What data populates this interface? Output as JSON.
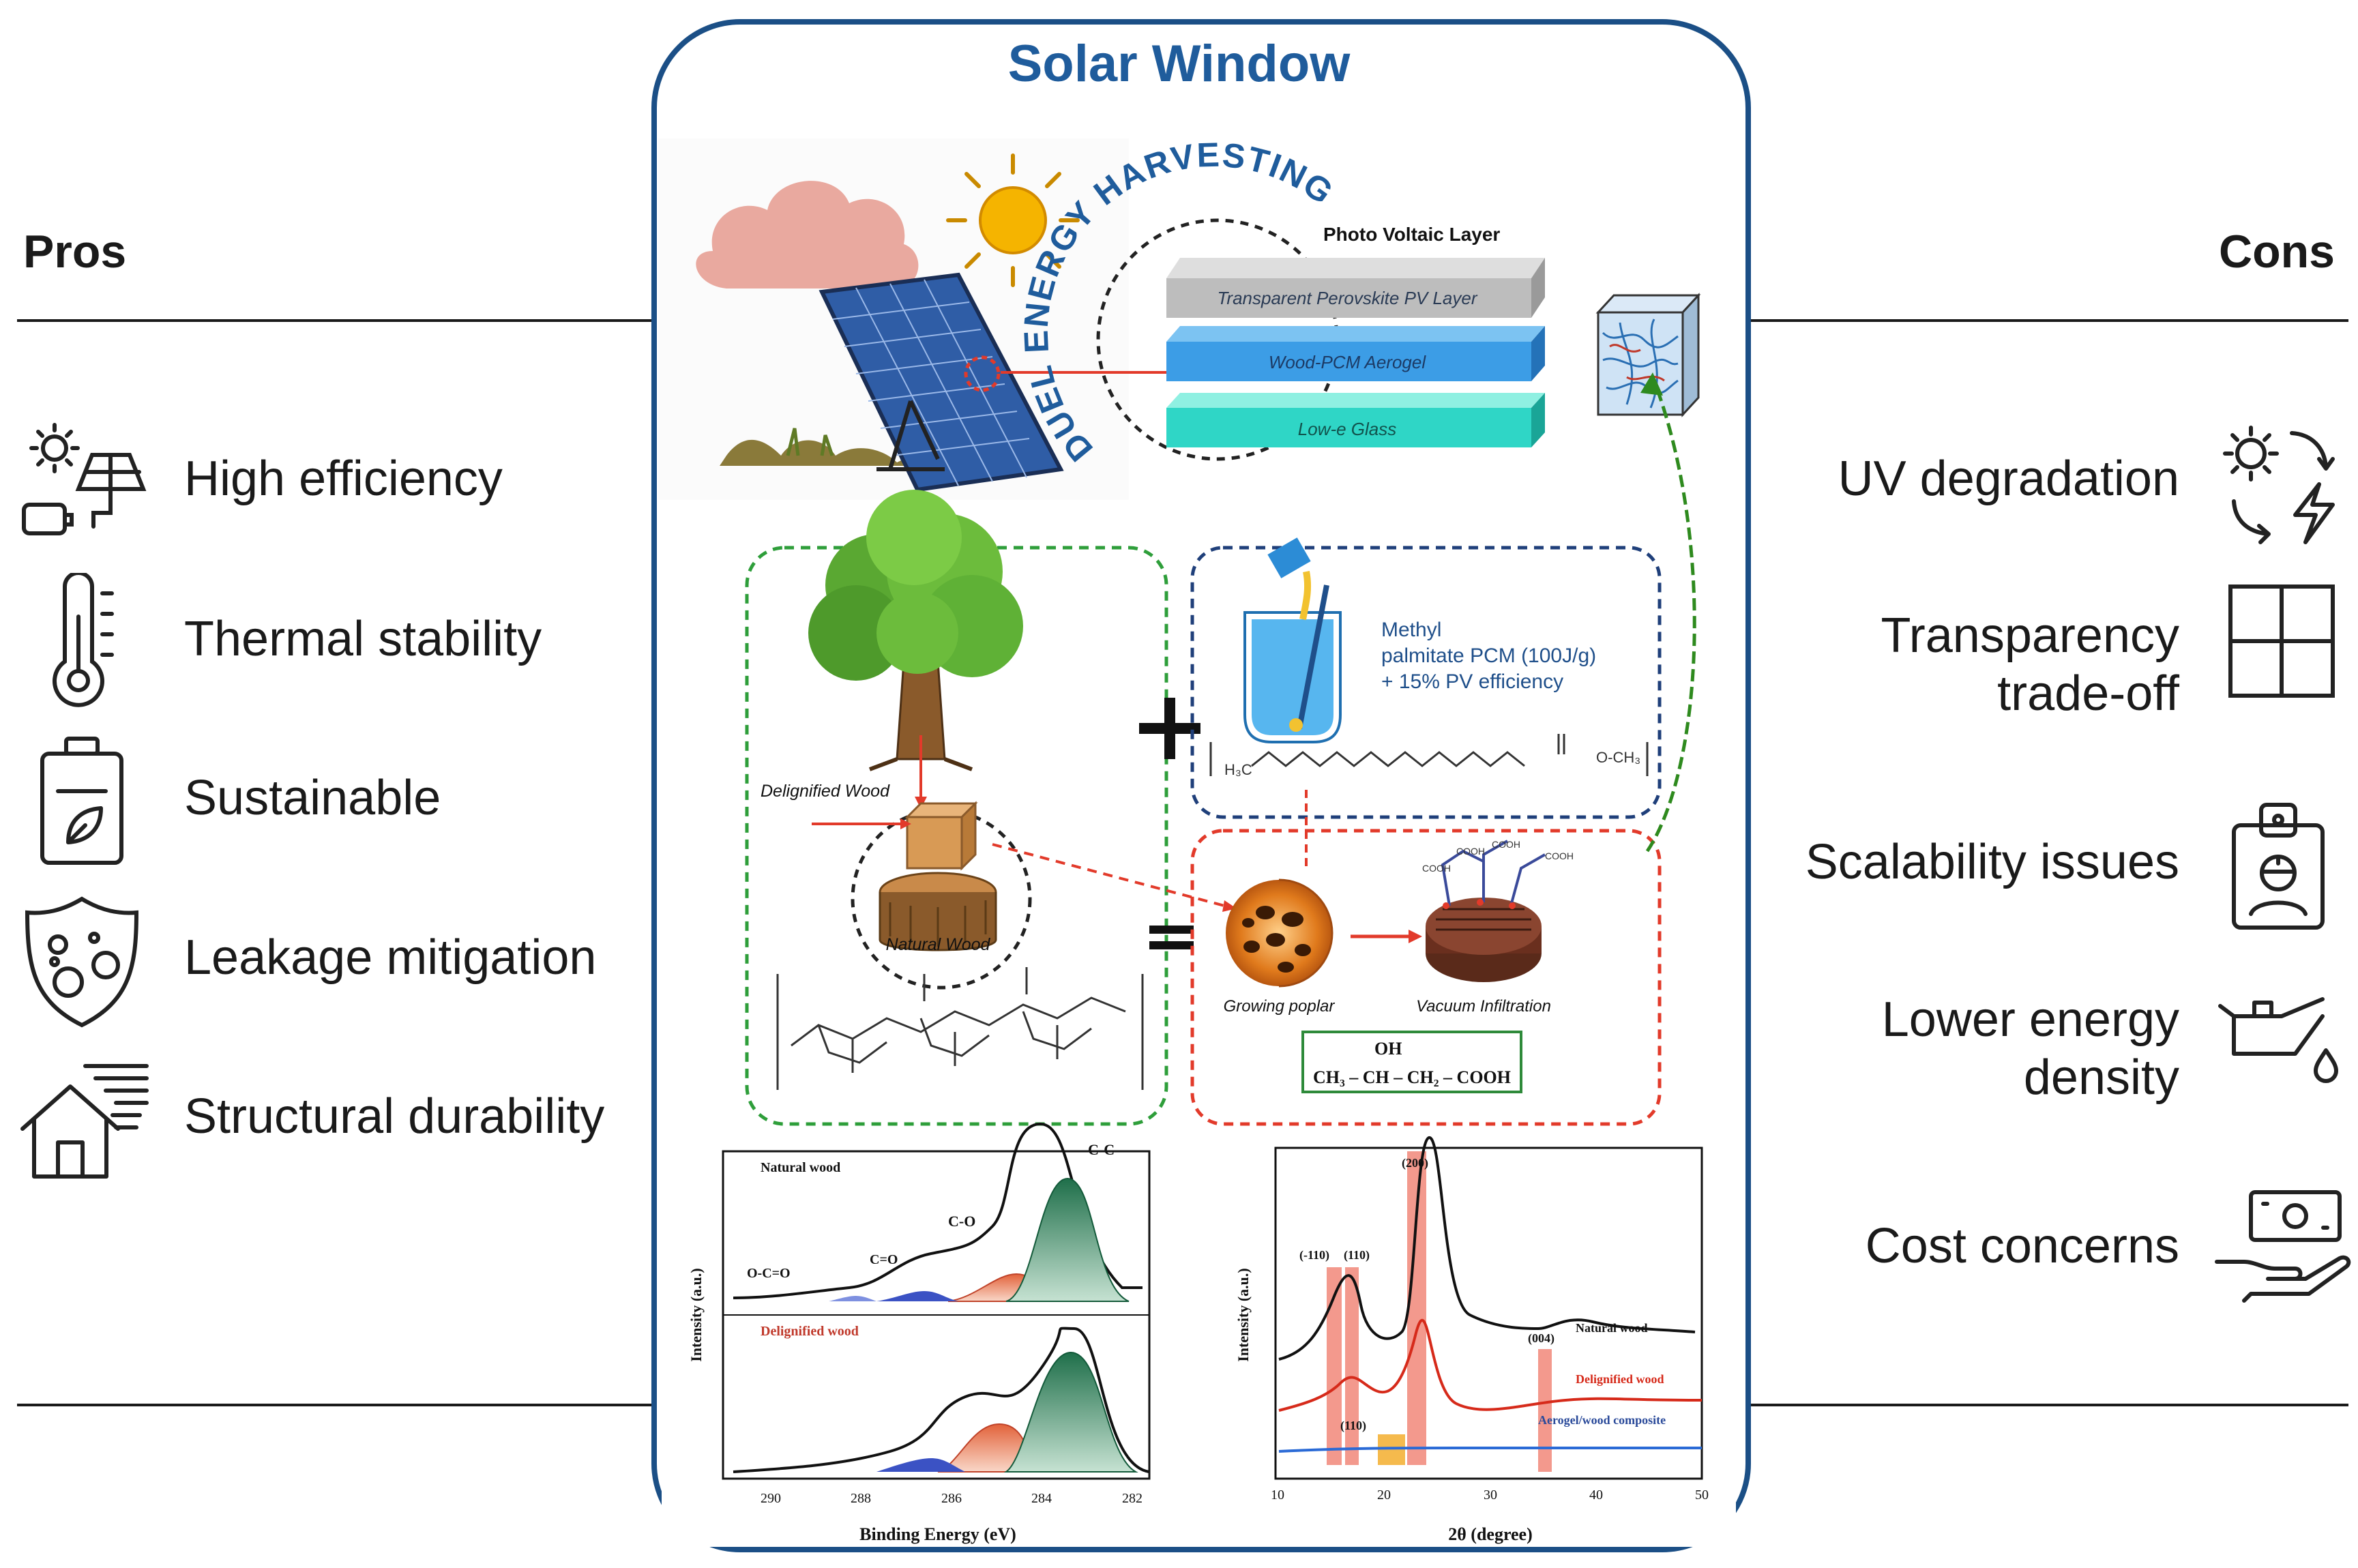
{
  "pros": {
    "heading": "Pros",
    "items": [
      {
        "label": "High efficiency",
        "icon": "solar-panel-battery-icon"
      },
      {
        "label": "Thermal stability",
        "icon": "thermometer-icon"
      },
      {
        "label": "Sustainable",
        "icon": "eco-battery-icon"
      },
      {
        "label": "Leakage mitigation",
        "icon": "shield-bubbles-icon"
      },
      {
        "label": "Structural durability",
        "icon": "house-wind-icon"
      }
    ]
  },
  "cons": {
    "heading": "Cons",
    "items": [
      {
        "label": "UV degradation",
        "icon": "sun-cycle-bolt-icon"
      },
      {
        "label": "Transparency trade-off",
        "icon": "window-icon"
      },
      {
        "label": "Scalability issues",
        "icon": "badge-person-icon"
      },
      {
        "label": "Lower energy density",
        "icon": "oil-can-icon"
      },
      {
        "label": "Cost concerns",
        "icon": "hand-money-icon"
      }
    ]
  },
  "center": {
    "title": "Solar Window",
    "harvest_arc_text": "DUEL ENERGY HARVESTING",
    "layers": {
      "title": "Photo Voltaic Layer",
      "items": [
        "Transparent Perovskite PV Layer",
        "Wood-PCM Aerogel",
        "Low-e Glass"
      ]
    },
    "wood": {
      "delignified_label": "Delignified Wood",
      "natural_label": "Natural Wood"
    },
    "pcm": {
      "text_lines": [
        "Methyl",
        "palmitate PCM (100J/g)",
        "+ 15% PV efficiency"
      ],
      "formula_left": "H₃C",
      "formula_right": "O-CH₃"
    },
    "process": {
      "growing_label": "Growing poplar",
      "vacuum_label": "Vacuum Infiltration",
      "formula_oh": "OH",
      "formula_main": "CH₃ – CH – CH₂ – COOH",
      "cooh_labels": [
        "COOH",
        "COOH",
        "COOH",
        "COOH"
      ]
    },
    "xps": {
      "ylabel": "Intensity (a.u.)",
      "xlabel": "Binding Energy (eV)",
      "top_label": "Natural wood",
      "bottom_label": "Delignified wood",
      "peak_labels": [
        "C-C",
        "C-O",
        "C=O",
        "O-C=O"
      ],
      "xticks": [
        "290",
        "288",
        "286",
        "284",
        "282"
      ]
    },
    "xrd": {
      "ylabel": "Intensity (a.u.)",
      "xlabel": "2θ (degree)",
      "peak_labels": [
        "(200)",
        "(-110)",
        "(110)",
        "(004)",
        "(110)"
      ],
      "series_labels": [
        "Natural wood",
        "Delignified wood",
        "Aerogel/wood composite"
      ],
      "xticks": [
        "10",
        "20",
        "30",
        "40",
        "50"
      ]
    }
  }
}
